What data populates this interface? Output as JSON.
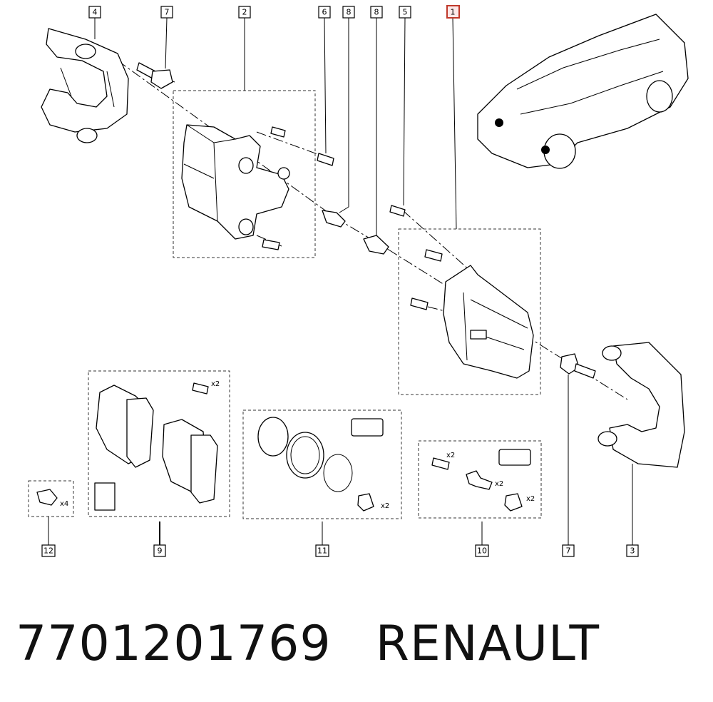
{
  "callouts": [
    {
      "label": "4"
    },
    {
      "label": "7"
    },
    {
      "label": "2"
    },
    {
      "label": "6"
    },
    {
      "label": "8"
    },
    {
      "label": "8"
    },
    {
      "label": "5"
    },
    {
      "label": "1",
      "selected": true
    },
    {
      "label": "12"
    },
    {
      "label": "9"
    },
    {
      "label": "11"
    },
    {
      "label": "10"
    },
    {
      "label": "7"
    },
    {
      "label": "3"
    }
  ],
  "quantities": [
    "x2",
    "x2",
    "x2",
    "x2",
    "x2",
    "x4"
  ],
  "footer": {
    "part_number": "7701201769",
    "brand": "RENAULT"
  },
  "colors": {
    "selected_callout": "#c0392b",
    "line": "#000000"
  }
}
